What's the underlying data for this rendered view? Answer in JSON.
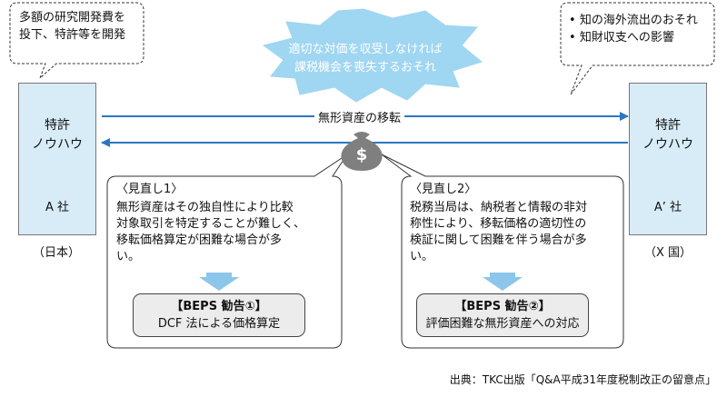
{
  "top_left_note": "多額の研究開発費を\n投下、特許等を開発",
  "top_right_note": {
    "bullets": [
      "知の海外流出のおそれ",
      "知財収支への影響"
    ]
  },
  "burst_text": "適切な対価を収受しなければ\n課税機会を喪失するおそれ",
  "left_company": {
    "asset": "特許\nノウハウ",
    "firm": "A 社",
    "country": "（日本）"
  },
  "right_company": {
    "asset": "特許\nノウハウ",
    "firm": "A’ 社",
    "country": "（X 国）"
  },
  "arrow_label": "無形資産の移転",
  "money_symbol": "$",
  "review1": {
    "heading": "〈見直し1〉",
    "body": "無形資産はその独自性により比較\n対象取引を特定することが難しく、\n移転価格算定が困難な場合が多\nい。",
    "beps_title": "【BEPS 勧告①】",
    "beps_body": "DCF 法による価格算定"
  },
  "review2": {
    "heading": "〈見直し2〉",
    "body": "税務当局は、納税者と情報の非対\n称性により、移転価格の適切性の\n検証に関して困難を伴う場合が多\nい。",
    "beps_title": "【BEPS 勧告②】",
    "beps_body": "評価困難な無形資産への対応"
  },
  "source": "出典：TKC出版「Q&A平成31年度税制改正の留意点」",
  "colors": {
    "arrow": "#2a78c2",
    "company_fill": "#d7ecf7",
    "burst": "#9fd6f2",
    "bag": "#7f7f7f",
    "down_arrow": "#8cc6ea"
  }
}
